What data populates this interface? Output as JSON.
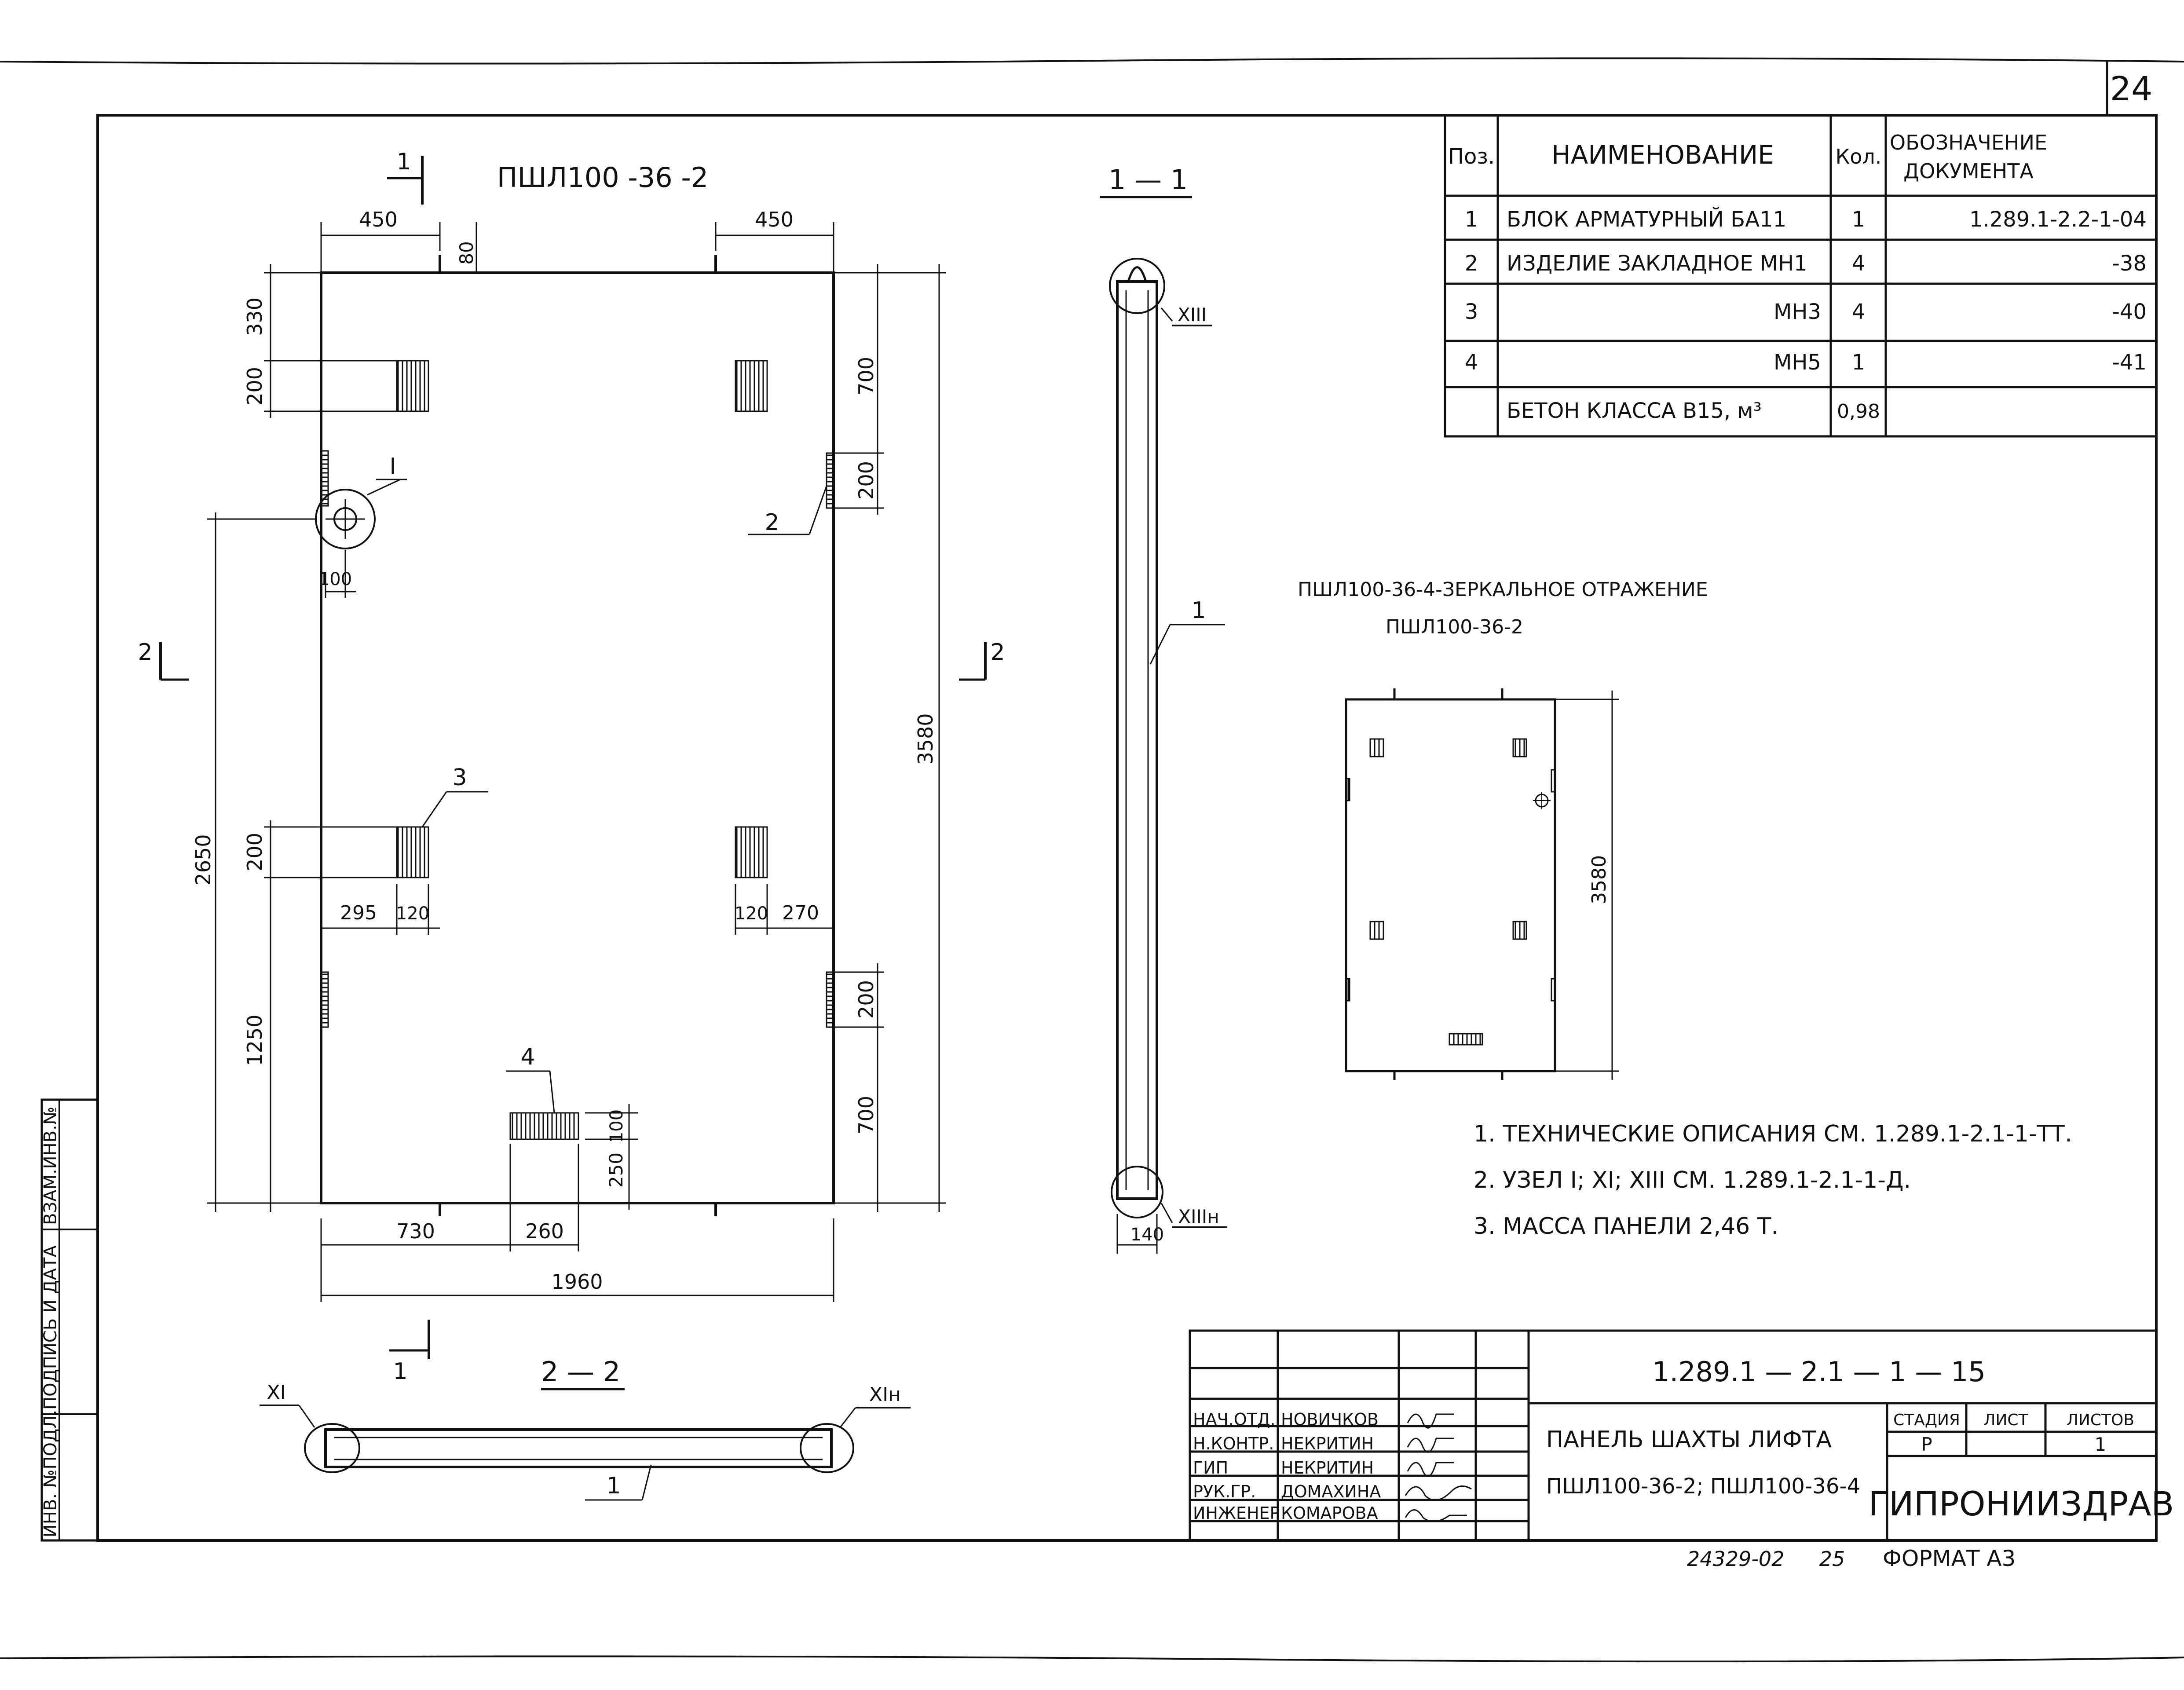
{
  "sheet": {
    "number": "24",
    "format_label": "ФОРМАТ А3",
    "inventory_number": "24329-02",
    "copy_number": "25"
  },
  "main_view": {
    "title": "ПШЛ100 -36 -2",
    "dims": {
      "top_left": "450",
      "top_mid": "80",
      "top_right": "450",
      "left_330": "330",
      "left_200_top": "200",
      "right_700_top": "700",
      "right_200_top": "200",
      "node_100": "100",
      "left_2650": "2650",
      "left_200_mid": "200",
      "left_1250": "1250",
      "right_3580": "3580",
      "inner_295": "295",
      "inner_120_left": "120",
      "inner_120_right": "120",
      "inner_270": "270",
      "right_200_bot": "200",
      "right_700_bot": "700",
      "mh5_100": "100",
      "mh5_250": "250",
      "bottom_730": "730",
      "bottom_260": "260",
      "bottom_1960": "1960"
    },
    "callouts": {
      "pos2": "2",
      "pos3": "3",
      "pos4": "4",
      "node_I": "I"
    },
    "section_marks": {
      "top": "1",
      "bottom": "1",
      "left": "2",
      "right": "2"
    }
  },
  "section_1_1": {
    "title": "1 — 1",
    "node_top": "XIII",
    "node_bottom": "XIIIн",
    "callout": "1",
    "dim_140": "140"
  },
  "section_2_2": {
    "title": "2 — 2",
    "node_left": "XI",
    "node_right": "XIн",
    "callout": "1"
  },
  "mirror_view": {
    "caption_line1": "ПШЛ100-36-4-ЗЕРКАЛЬНОЕ ОТРАЖЕНИЕ",
    "caption_line2": "ПШЛ100-36-2",
    "dim_3580": "3580"
  },
  "spec_table": {
    "headers": {
      "pos": "Поз.",
      "name": "НАИМЕНОВАНИЕ",
      "qty": "Кол.",
      "doc_line1": "ОБОЗНАЧЕНИЕ",
      "doc_line2": "ДОКУМЕНТА"
    },
    "rows": [
      {
        "pos": "1",
        "name": "БЛОК АРМАТУРНЫЙ БА11",
        "qty": "1",
        "doc": "1.289.1-2.2-1-04"
      },
      {
        "pos": "2",
        "name": "ИЗДЕЛИЕ ЗАКЛАДНОЕ МН1",
        "qty": "4",
        "doc": "-38"
      },
      {
        "pos": "3",
        "name": "МН3",
        "qty": "4",
        "doc": "-40"
      },
      {
        "pos": "4",
        "name": "МН5",
        "qty": "1",
        "doc": "-41"
      },
      {
        "pos": "",
        "name": "БЕТОН КЛАССА В15, м³",
        "qty": "0,98",
        "doc": ""
      }
    ]
  },
  "notes": [
    "1. ТЕХНИЧЕСКИЕ ОПИСАНИЯ СМ. 1.289.1-2.1-1-ТТ.",
    "2. УЗЕЛ I; XI; XIII СМ. 1.289.1-2.1-1-Д.",
    "3. МАССА ПАНЕЛИ 2,46 Т."
  ],
  "title_block": {
    "designation": "1.289.1 — 2.1 — 1 — 15",
    "roles": [
      "НАЧ.ОТД.",
      "Н.КОНТР.",
      "ГИП",
      "РУК.ГР.",
      "ИНЖЕНЕР"
    ],
    "names": [
      "НОВИЧКОВ",
      "НЕКРИТИН",
      "НЕКРИТИН",
      "ДОМАХИНА",
      "КОМАРОВА"
    ],
    "doc_title_line1": "ПАНЕЛЬ ШАХТЫ ЛИФТА",
    "doc_title_line2": "ПШЛ100-36-2; ПШЛ100-36-4",
    "stage_header": "СТАДИЯ",
    "sheet_header": "ЛИСТ",
    "sheets_header": "ЛИСТОВ",
    "stage": "Р",
    "sheet": "",
    "sheets": "1",
    "organization": "ГИПРОНИИЗДРАВ"
  },
  "side_stamp": {
    "labels": [
      "ИНВ. №ПОДЛ.",
      "ПОДПИСЬ И ДАТА",
      "ВЗАМ.ИНВ.№"
    ]
  }
}
